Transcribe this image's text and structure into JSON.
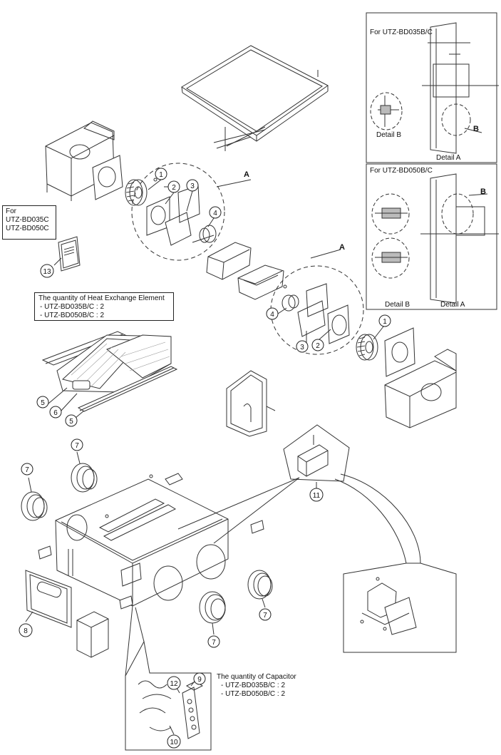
{
  "callout_numbers": [
    "1",
    "2",
    "3",
    "4",
    "5",
    "6",
    "7",
    "8",
    "9",
    "10",
    "11",
    "12",
    "13"
  ],
  "detail_markers": {
    "a": "A",
    "b": "B"
  },
  "inset_035": {
    "title": "For UTZ-BD035B/C",
    "detail_b": "Detail B",
    "detail_a": "Detail A"
  },
  "inset_050": {
    "title": "For UTZ-BD050B/C",
    "detail_b": "Detail B",
    "detail_a": "Detail A"
  },
  "remote_note": {
    "line1": "For",
    "line2": "UTZ-BD035C",
    "line3": "UTZ-BD050C"
  },
  "heat_exchange_note": {
    "title": "The quantity of Heat Exchange Element",
    "line1": "- UTZ-BD035B/C : 2",
    "line2": "- UTZ-BD050B/C : 2"
  },
  "capacitor_note": {
    "title": "The quantity of Capacitor",
    "line1": "- UTZ-BD035B/C : 2",
    "line2": "- UTZ-BD050B/C : 2"
  }
}
